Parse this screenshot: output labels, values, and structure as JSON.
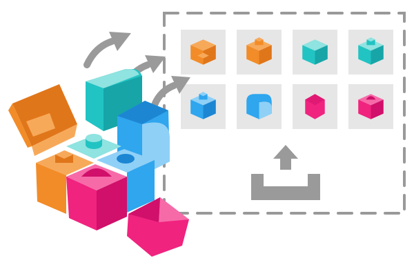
{
  "colors": {
    "orange": "#f28c28",
    "orange_dark": "#e0761a",
    "orange_light": "#f7a95a",
    "teal": "#22c3c3",
    "teal_dark": "#17a5a8",
    "teal_light": "#8fe3e0",
    "blue": "#2fa6ee",
    "blue_dark": "#1d86d3",
    "blue_light": "#8fd0f7",
    "pink": "#f0237f",
    "pink_dark": "#d0106a",
    "pink_light": "#f76aa8",
    "gray": "#9a9a9a",
    "tile_bg": "#e6e6e6",
    "dash": "#999999"
  },
  "tiles": [
    {
      "name": "tile-orange-hollow-cube",
      "icon": "hollow-cube-icon",
      "color": "orange"
    },
    {
      "name": "tile-orange-stud-cube",
      "icon": "stud-cube-icon",
      "color": "orange"
    },
    {
      "name": "tile-teal-cube",
      "icon": "cube-icon",
      "color": "teal"
    },
    {
      "name": "tile-teal-stud-cube",
      "icon": "stud-cube-icon",
      "color": "teal"
    },
    {
      "name": "tile-blue-stud-cube",
      "icon": "stud-cube-icon",
      "color": "blue"
    },
    {
      "name": "tile-blue-rounded-cube",
      "icon": "rounded-cube-icon",
      "color": "blue"
    },
    {
      "name": "tile-pink-hexagon",
      "icon": "hexagon-icon",
      "color": "pink"
    },
    {
      "name": "tile-pink-dome-cube",
      "icon": "dome-cube-icon",
      "color": "pink"
    }
  ]
}
